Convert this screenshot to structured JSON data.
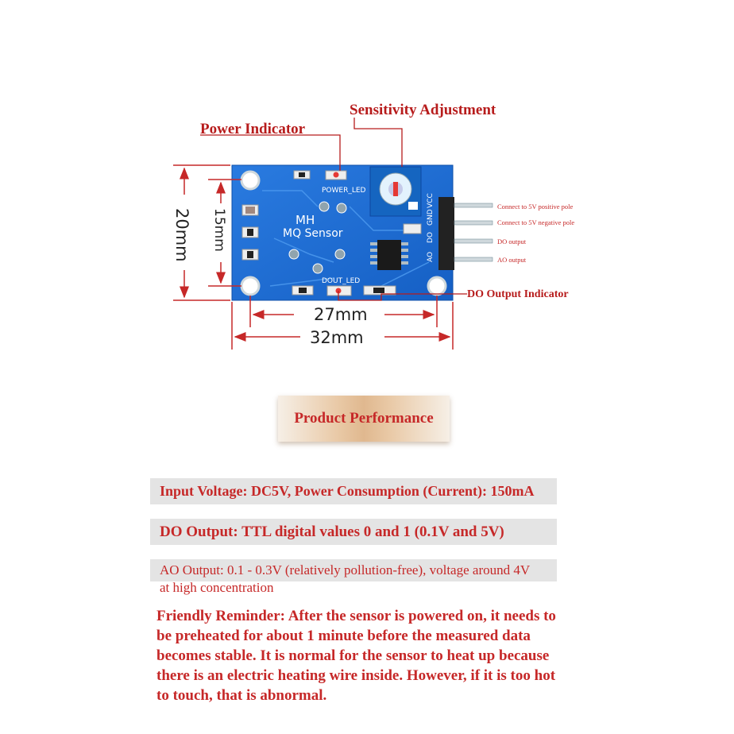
{
  "labels": {
    "sensitivity": "Sensitivity Adjustment",
    "power_indicator": "Power Indicator",
    "do_indicator": "DO Output Indicator"
  },
  "board": {
    "power_led": "POWER_LED",
    "dout_led": "DOUT_LED",
    "mh": "MH",
    "mq": "MQ Sensor",
    "pins": [
      "VCC",
      "GND",
      "DO",
      "AO"
    ]
  },
  "pin_labels": [
    "Connect to 5V positive pole",
    "Connect to 5V negative pole",
    "DO output",
    "AO output"
  ],
  "dimensions": {
    "height_outer": "20mm",
    "height_inner": "15mm",
    "width_inner": "27mm",
    "width_outer": "32mm"
  },
  "product_performance": "Product Performance",
  "specs": {
    "line1": "Input Voltage: DC5V, Power Consumption (Current): 150mA",
    "line2": "DO Output: TTL digital values 0 and 1 (0.1V and 5V)",
    "line3a": "AO Output: 0.1 - 0.3V (relatively pollution-free), voltage around 4V",
    "line3b": "at high concentration"
  },
  "reminder": "Friendly Reminder: After the sensor is powered on, it needs to be preheated for about 1 minute before the measured data becomes stable. It is normal for the sensor to heat up because there is an electric heating wire inside. However, if it is too hot to touch, that is abnormal.",
  "colors": {
    "board_blue": "#1f6fd6",
    "label_red": "#b71c1c",
    "spec_red": "#c62828"
  }
}
